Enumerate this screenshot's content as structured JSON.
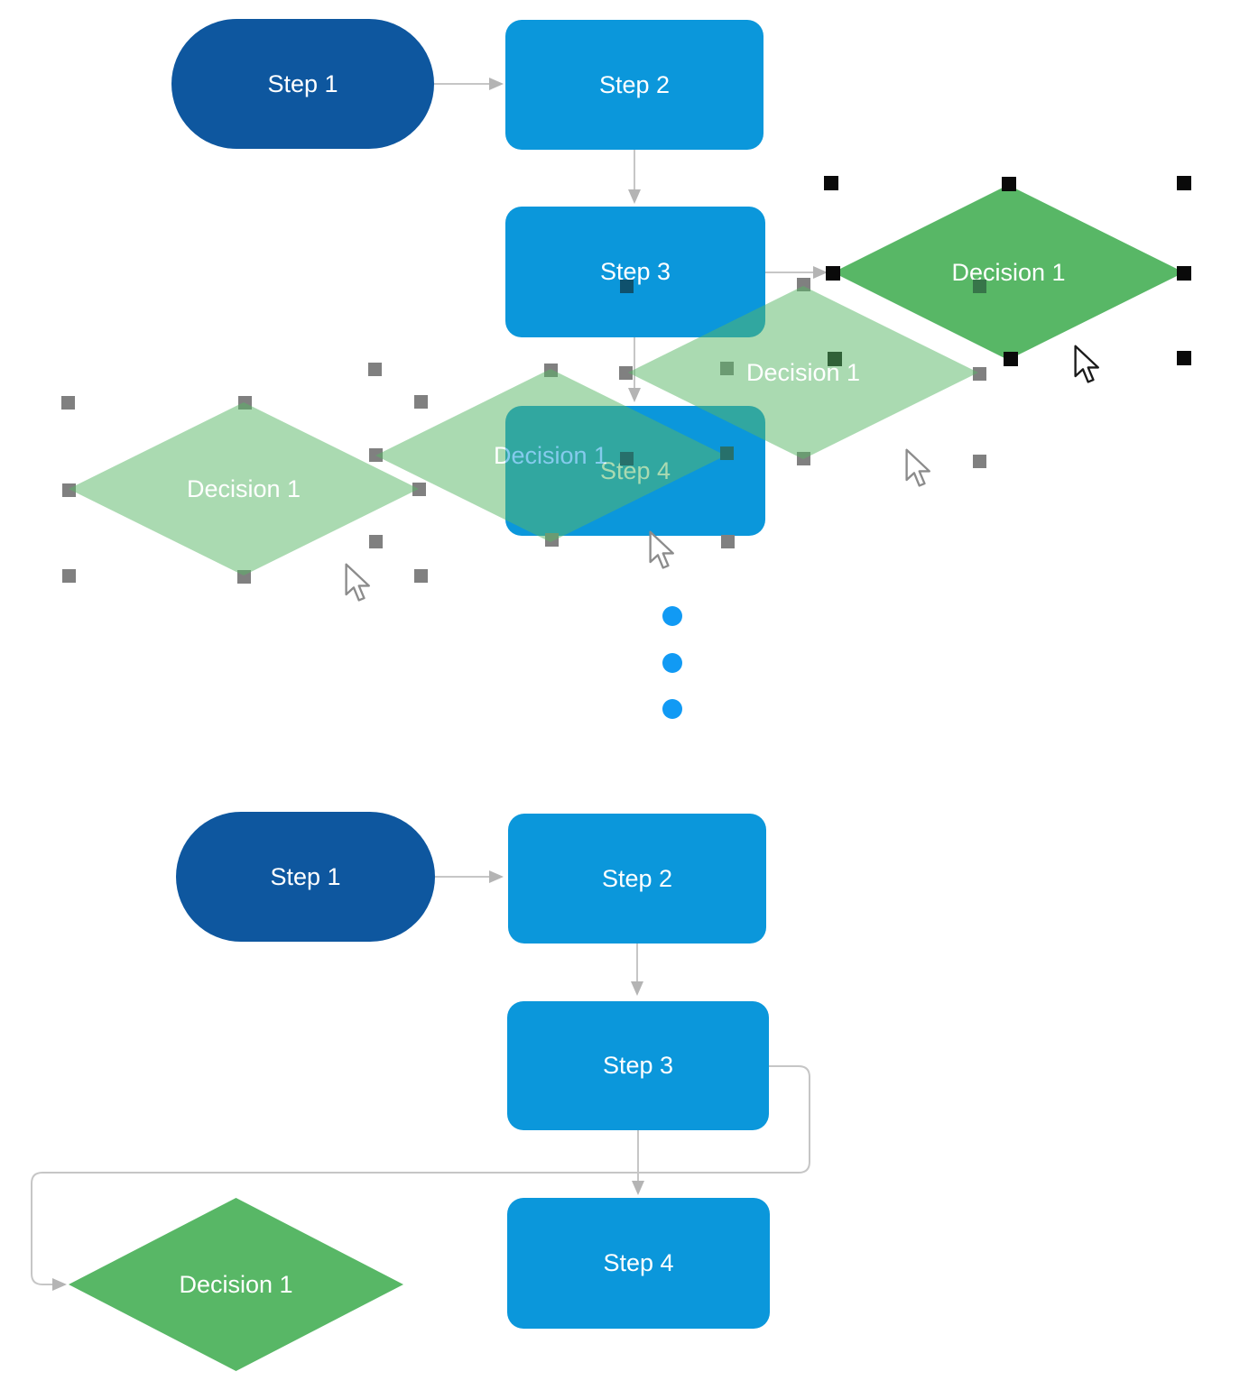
{
  "diagram_top": {
    "nodes": {
      "step1": {
        "label": "Step 1"
      },
      "step2": {
        "label": "Step 2"
      },
      "step3": {
        "label": "Step 3"
      },
      "step4": {
        "label": "Step 4"
      },
      "decision_selected": {
        "label": "Decision 1"
      },
      "decision_ghost_right": {
        "label": "Decision 1"
      },
      "decision_ghost_middle": {
        "label": "Decision 1"
      },
      "decision_ghost_left": {
        "label": "Decision 1"
      }
    }
  },
  "diagram_bottom": {
    "nodes": {
      "step1": {
        "label": "Step 1"
      },
      "step2": {
        "label": "Step 2"
      },
      "step3": {
        "label": "Step 3"
      },
      "step4": {
        "label": "Step 4"
      },
      "decision1": {
        "label": "Decision 1"
      }
    }
  },
  "colors": {
    "start_node_fill": "#0E579F",
    "process_node_fill": "#0B97DB",
    "decision_node_fill": "#58B766",
    "ghost_decision_fill": "#58B766",
    "connector_line": "#C6C6C6",
    "arrowhead": "#B4B4B4",
    "selection_handle": "#0A0A0A",
    "ghost_handle": "#808080",
    "ellipsis_dot": "#119AF4",
    "node_label_text": "#FFFFFF"
  }
}
